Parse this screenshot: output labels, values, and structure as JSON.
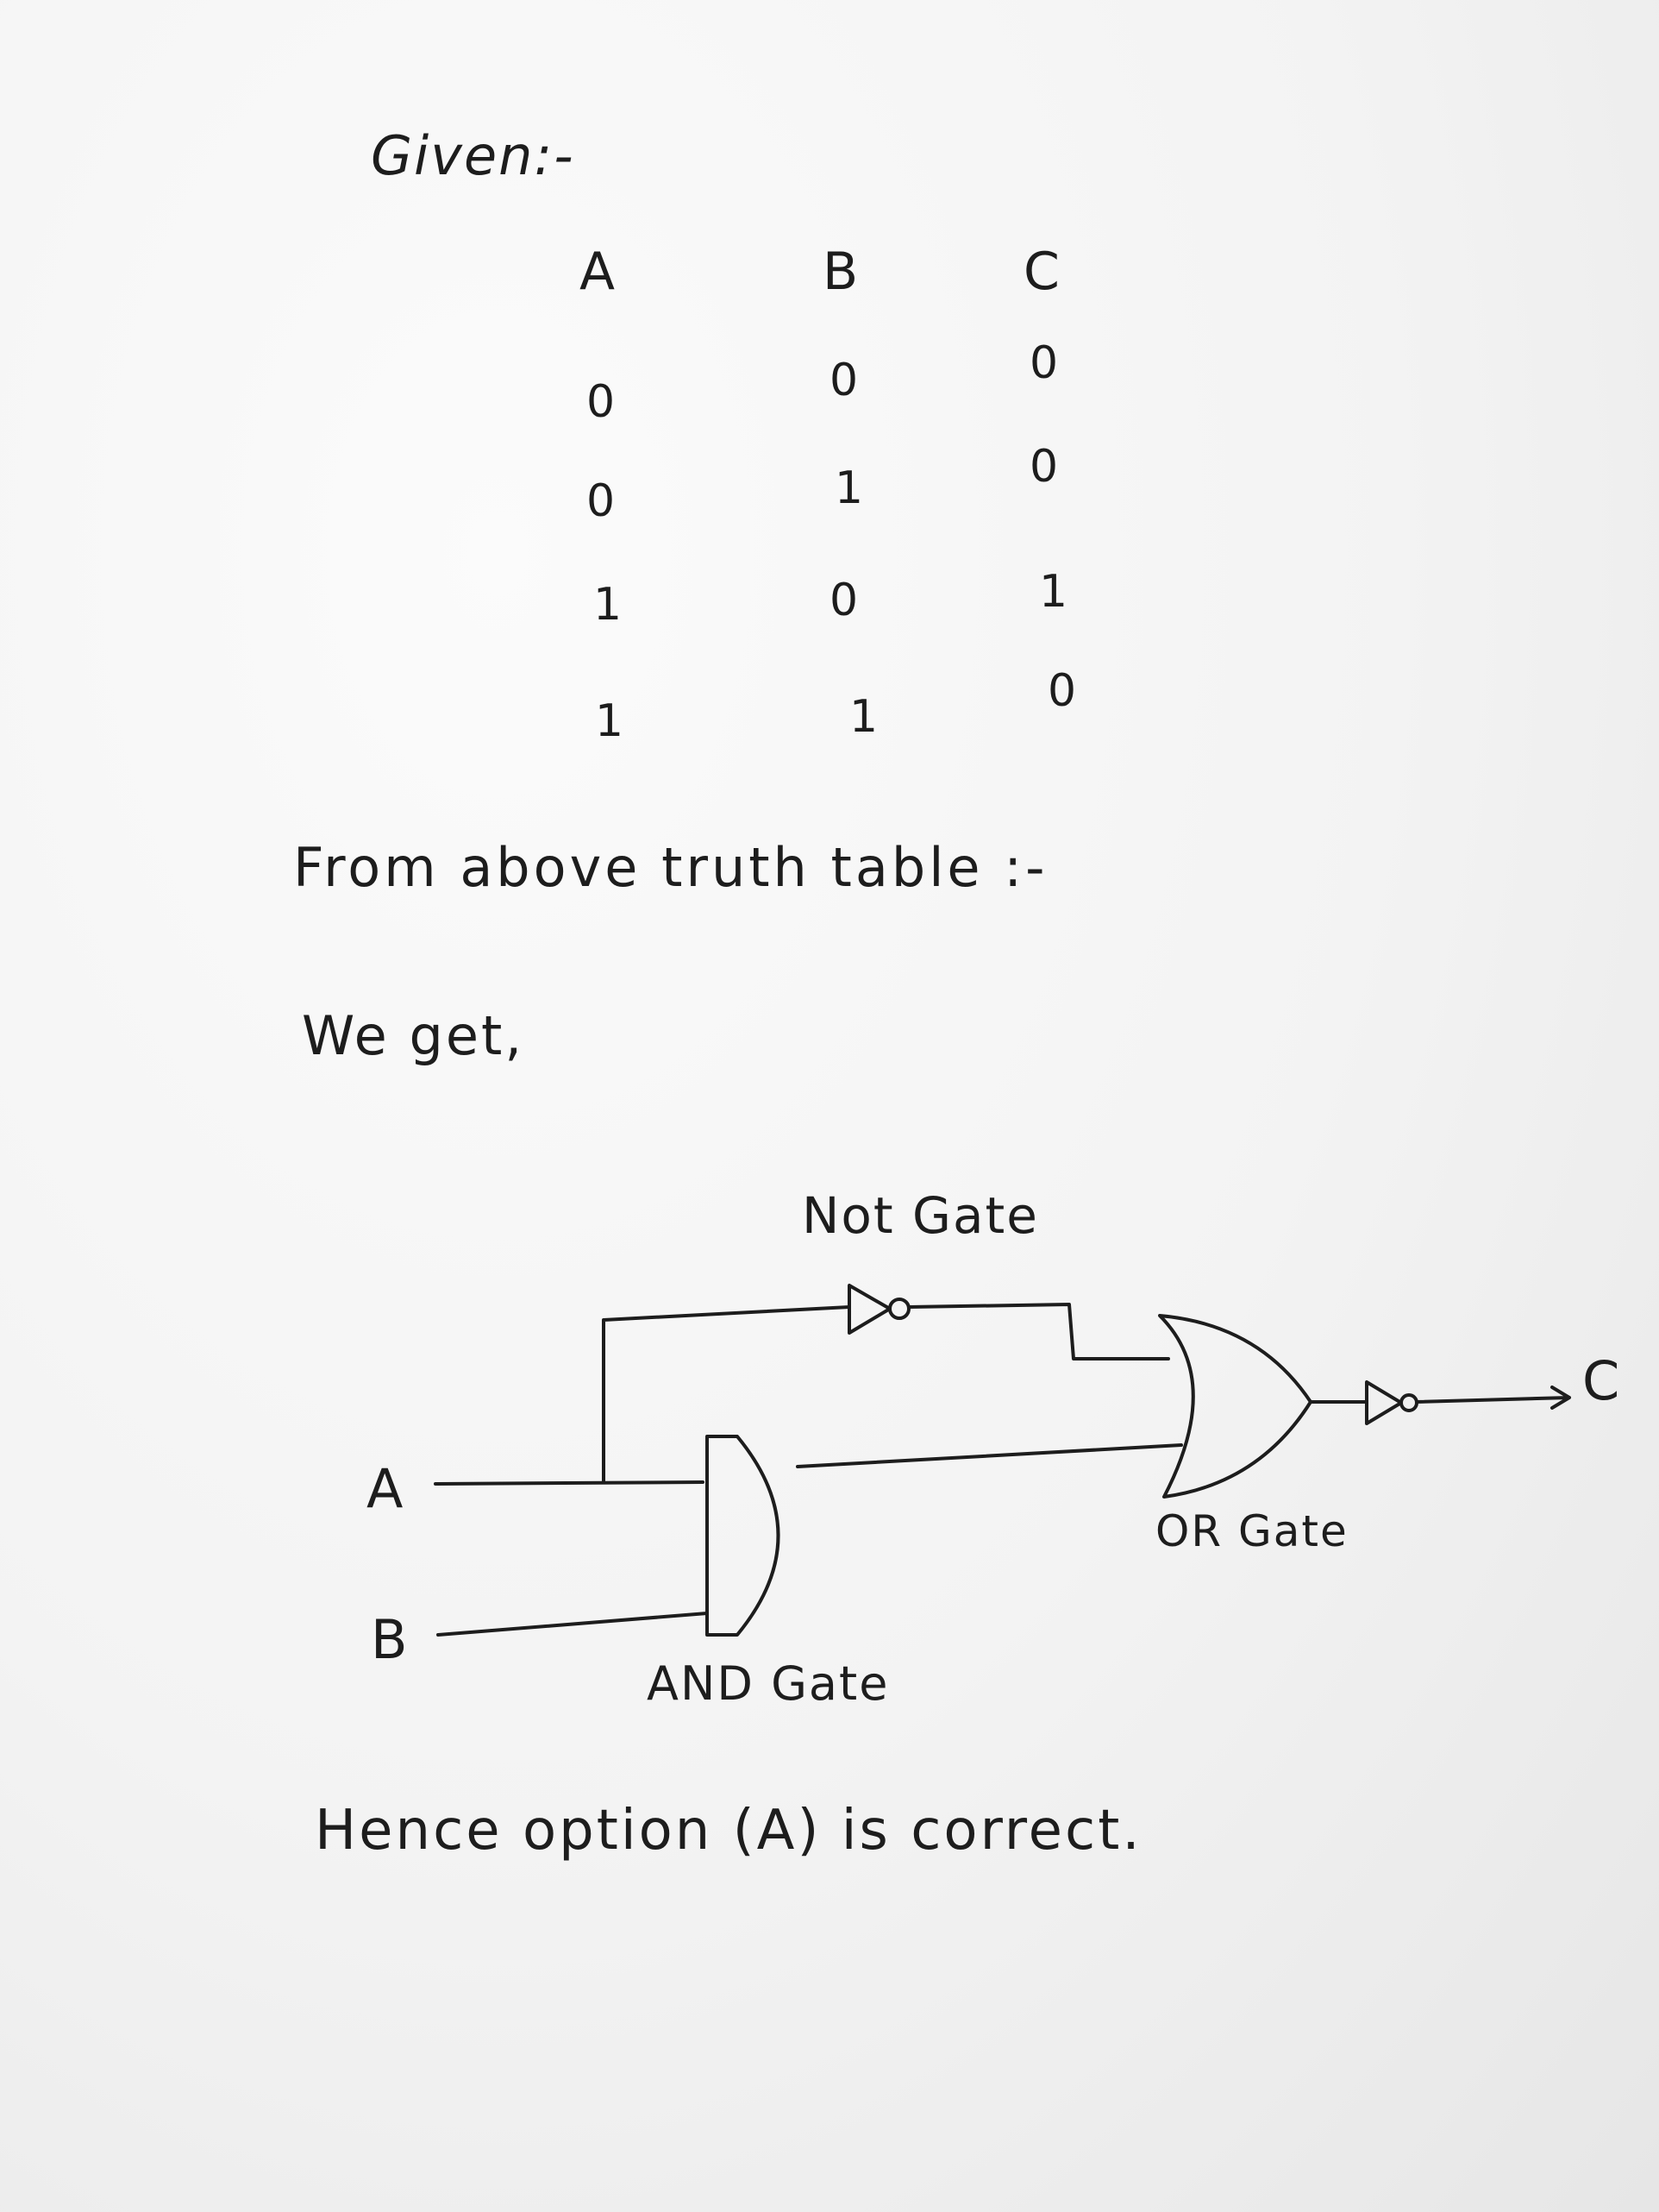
{
  "heading": "Given:-",
  "truth_table": {
    "columns": [
      "A",
      "B",
      "C"
    ],
    "rows": [
      [
        "0",
        "0",
        "0"
      ],
      [
        "0",
        "1",
        "0"
      ],
      [
        "1",
        "0",
        "1"
      ],
      [
        "1",
        "1",
        "0"
      ]
    ]
  },
  "text": {
    "from_line": "From above truth table :-",
    "we_get": "We get,"
  },
  "circuit": {
    "input_a": "A",
    "input_b": "B",
    "output": "C",
    "not_gate_label": "Not Gate",
    "or_gate_label": "OR Gate",
    "and_gate_label": "AND Gate"
  },
  "conclusion": "Hence option (A) is correct."
}
